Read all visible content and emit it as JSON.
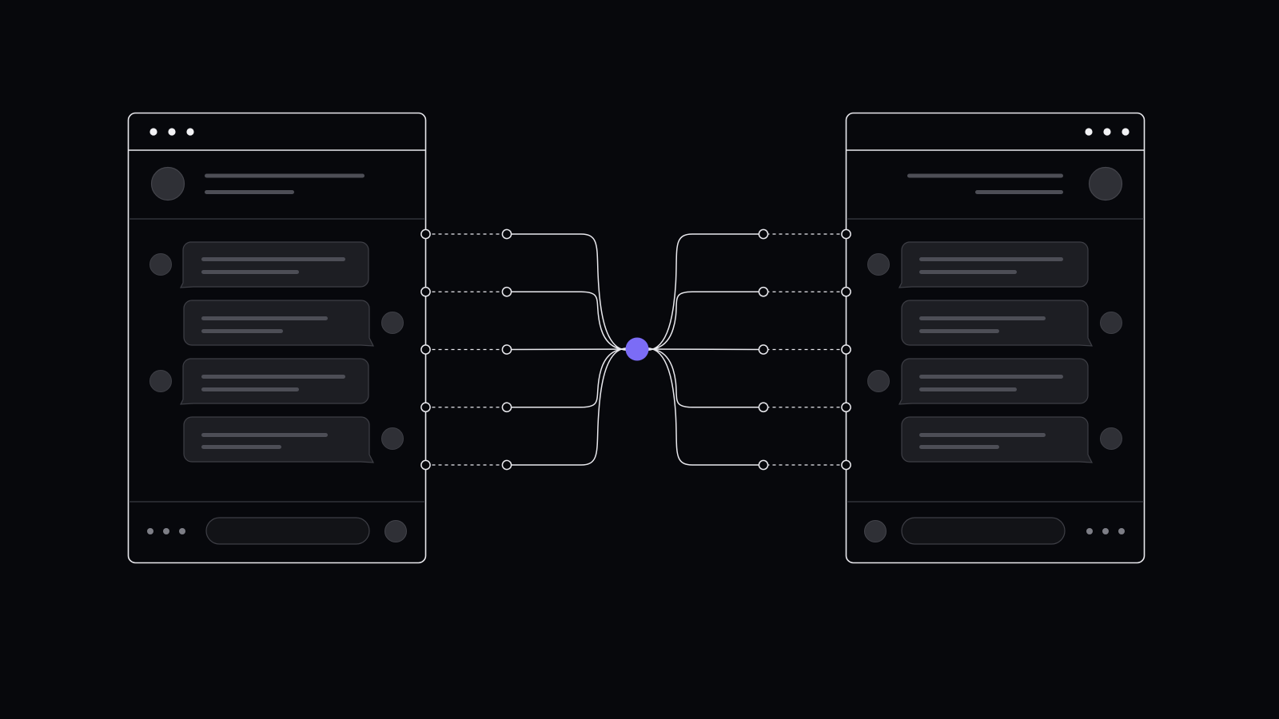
{
  "colors": {
    "background": "#07080c",
    "outline": "#e9e9ee",
    "divider": "#3a3b42",
    "bubble_fill": "#1d1e23",
    "bubble_stroke": "#3e3f46",
    "text_line": "#4d4e56",
    "avatar": "#2f3036",
    "avatar_stroke": "#44454c",
    "input_fill": "#121317",
    "hub": "#7b6cf6",
    "muted_dot": "#7d7e86"
  },
  "left_window": {
    "titlebar_icon": "window-controls-icon",
    "header": {
      "avatar_icon": "profile-avatar-icon"
    },
    "messages": [
      {
        "side": "incoming"
      },
      {
        "side": "outgoing"
      },
      {
        "side": "incoming"
      },
      {
        "side": "outgoing"
      }
    ],
    "footer": {
      "menu_icon": "more-dots-icon",
      "send_icon": "send-icon"
    }
  },
  "right_window": {
    "titlebar_icon": "window-controls-icon",
    "header": {
      "avatar_icon": "profile-avatar-icon"
    },
    "messages": [
      {
        "side": "incoming"
      },
      {
        "side": "outgoing"
      },
      {
        "side": "incoming"
      },
      {
        "side": "outgoing"
      }
    ],
    "footer": {
      "menu_icon": "more-dots-icon",
      "send_icon": "send-icon"
    }
  },
  "connections": {
    "channels_per_side": 5,
    "hub_icon": "hub-node-icon",
    "port_icon": "port-node-icon"
  }
}
